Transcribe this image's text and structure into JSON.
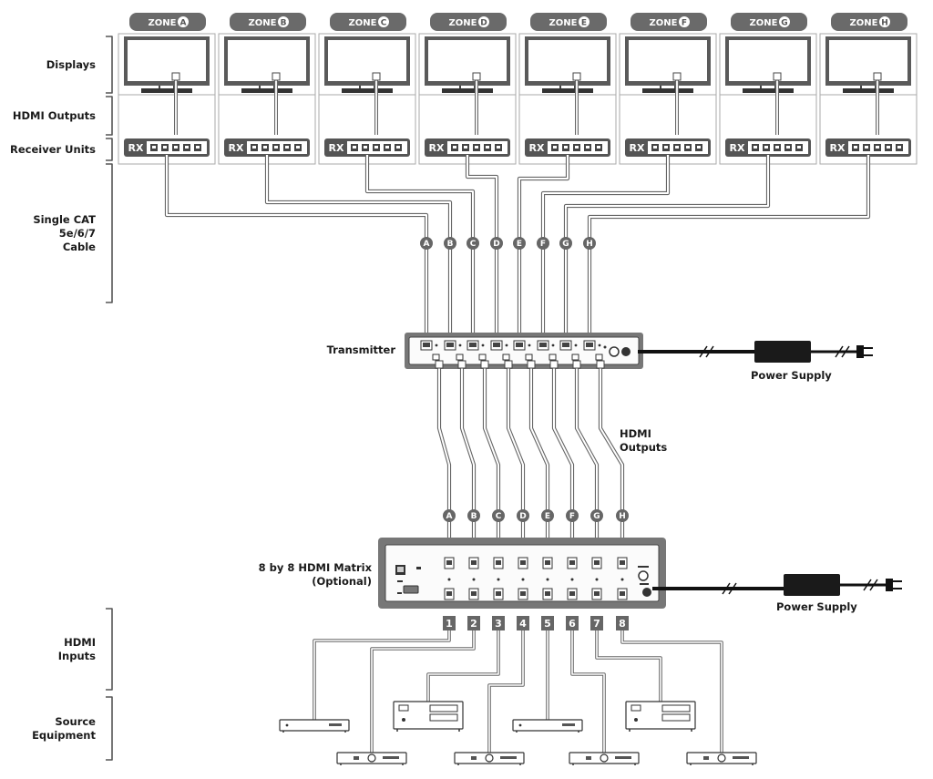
{
  "zones": [
    {
      "prefix": "ZONE",
      "letter": "A"
    },
    {
      "prefix": "ZONE",
      "letter": "B"
    },
    {
      "prefix": "ZONE",
      "letter": "C"
    },
    {
      "prefix": "ZONE",
      "letter": "D"
    },
    {
      "prefix": "ZONE",
      "letter": "E"
    },
    {
      "prefix": "ZONE",
      "letter": "F"
    },
    {
      "prefix": "ZONE",
      "letter": "G"
    },
    {
      "prefix": "ZONE",
      "letter": "H"
    }
  ],
  "receiver_label": "RX",
  "left_labels": {
    "displays": "Displays",
    "hdmi_outputs": "HDMI Outputs",
    "receiver_units": "Receiver Units",
    "cat_cable": [
      "Single CAT",
      "5e/6/7",
      "Cable"
    ],
    "hdmi_inputs": [
      "HDMI",
      "Inputs"
    ],
    "source_equipment": [
      "Source",
      "Equipment"
    ]
  },
  "transmitter_label": "Transmitter",
  "power_supply_top": "Power Supply",
  "power_supply_bottom": "Power Supply",
  "hdmi_outputs_mid": [
    "HDMI",
    "Outputs"
  ],
  "matrix_label": [
    "8 by 8 HDMI Matrix",
    "(Optional)"
  ],
  "port_letters": [
    "A",
    "B",
    "C",
    "D",
    "E",
    "F",
    "G",
    "H"
  ],
  "input_numbers": [
    "1",
    "2",
    "3",
    "4",
    "5",
    "6",
    "7",
    "8"
  ]
}
